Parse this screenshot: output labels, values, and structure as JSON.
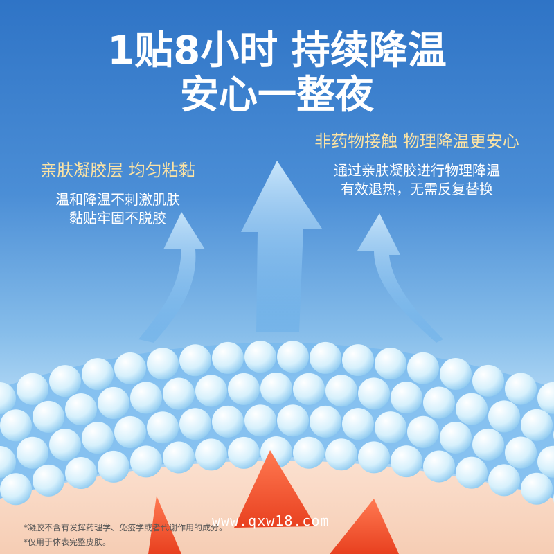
{
  "headline": {
    "line1": "1贴8小时 持续降温",
    "line2": "安心一整夜"
  },
  "left_feature": {
    "title": "亲肤凝胶层 均匀粘黏",
    "lines": [
      "温和降温不刺激肌肤",
      "黏贴牢固不脱胶"
    ]
  },
  "right_feature": {
    "title": "非药物接触  物理降温更安心",
    "lines": [
      "通过亲肤凝胶进行物理降温",
      "有效退热，无需反复替换"
    ]
  },
  "footnotes": [
    "*凝胶不含有发挥药理学、免疫学或者代谢作用的成分。",
    "*仅用于体表完整皮肤。"
  ],
  "watermark": "www.qxw18.com",
  "colors": {
    "background_top": "#2f74c6",
    "accent_text": "#fbe3a4",
    "skin": "#f8d2bd",
    "heat_arrow": "#f0502e",
    "cool_arrow": "#bfe3fb"
  }
}
